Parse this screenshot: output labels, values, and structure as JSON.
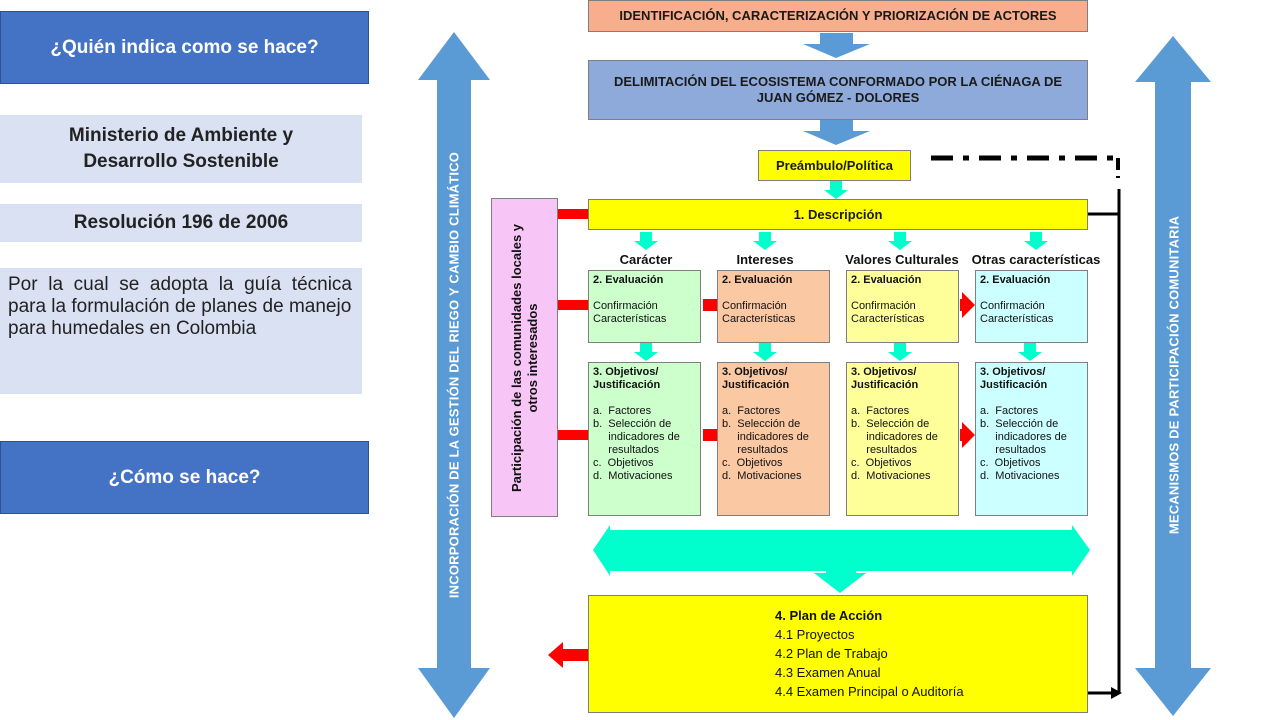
{
  "left_panel": {
    "question_who": "¿Quién indica como se hace?",
    "ministry": "Ministerio de Ambiente y Desarrollo Sostenible",
    "resolution": "Resolución 196 de 2006",
    "description_lines": [
      "Por la cual se adopta la guía técnica para la formulación de planes de manejo",
      "para humedales en Colombia"
    ],
    "question_how": "¿Cómo se hace?"
  },
  "diagram": {
    "step_identification": "IDENTIFICACIÓN, CARACTERIZACIÓN Y PRIORIZACIÓN DE ACTORES",
    "step_delimitation": "DELIMITACIÓN DEL ECOSISTEMA CONFORMADO POR LA CIÉNAGA DE JUAN GÓMEZ - DOLORES",
    "preamble": "Preámbulo/Política",
    "description": "1. Descripción",
    "participation_label": "Participación de las comunidades locales y otros interesados",
    "left_arrow_label": "INCORPORACIÓN DE LA GESTIÓN DEL RIEGO Y CAMBIO CLIMÁTICO",
    "right_arrow_label": "MECANISMOS DE PARTICIPACIÓN COMUNITARIA",
    "columns": [
      {
        "name": "Carácter",
        "color": "#ccffcc"
      },
      {
        "name": "Intereses",
        "color": "#fbc8a4"
      },
      {
        "name": "Valores Culturales",
        "color": "#ffff99"
      },
      {
        "name": "Otras características",
        "color": "#ccffff"
      }
    ],
    "evaluation": {
      "title": "2. Evaluación",
      "items": [
        "Confirmación",
        "Características"
      ]
    },
    "objectives": {
      "title_lines": [
        "3. Objetivos/",
        "Justificación"
      ],
      "items": [
        "a.  Factores",
        "b.  Selección de",
        "     indicadores de",
        "     resultados",
        "c.  Objetivos",
        "d.  Motivaciones"
      ]
    },
    "action_plan": {
      "title": "4. Plan de Acción",
      "items": [
        "4.1 Proyectos",
        "4.2 Plan de Trabajo",
        "4.3 Examen Anual",
        "4.4 Examen Principal o Auditoría"
      ]
    },
    "colors": {
      "identification_fill": "#f8ae8c",
      "delimitation_fill": "#8eaadb",
      "description_fill": "#ffff00",
      "participation_fill": "#f7c6f7",
      "teal": "#00ffcc",
      "red_arrow": "#ff0000",
      "blue_arrow": "#5b9bd5"
    }
  }
}
